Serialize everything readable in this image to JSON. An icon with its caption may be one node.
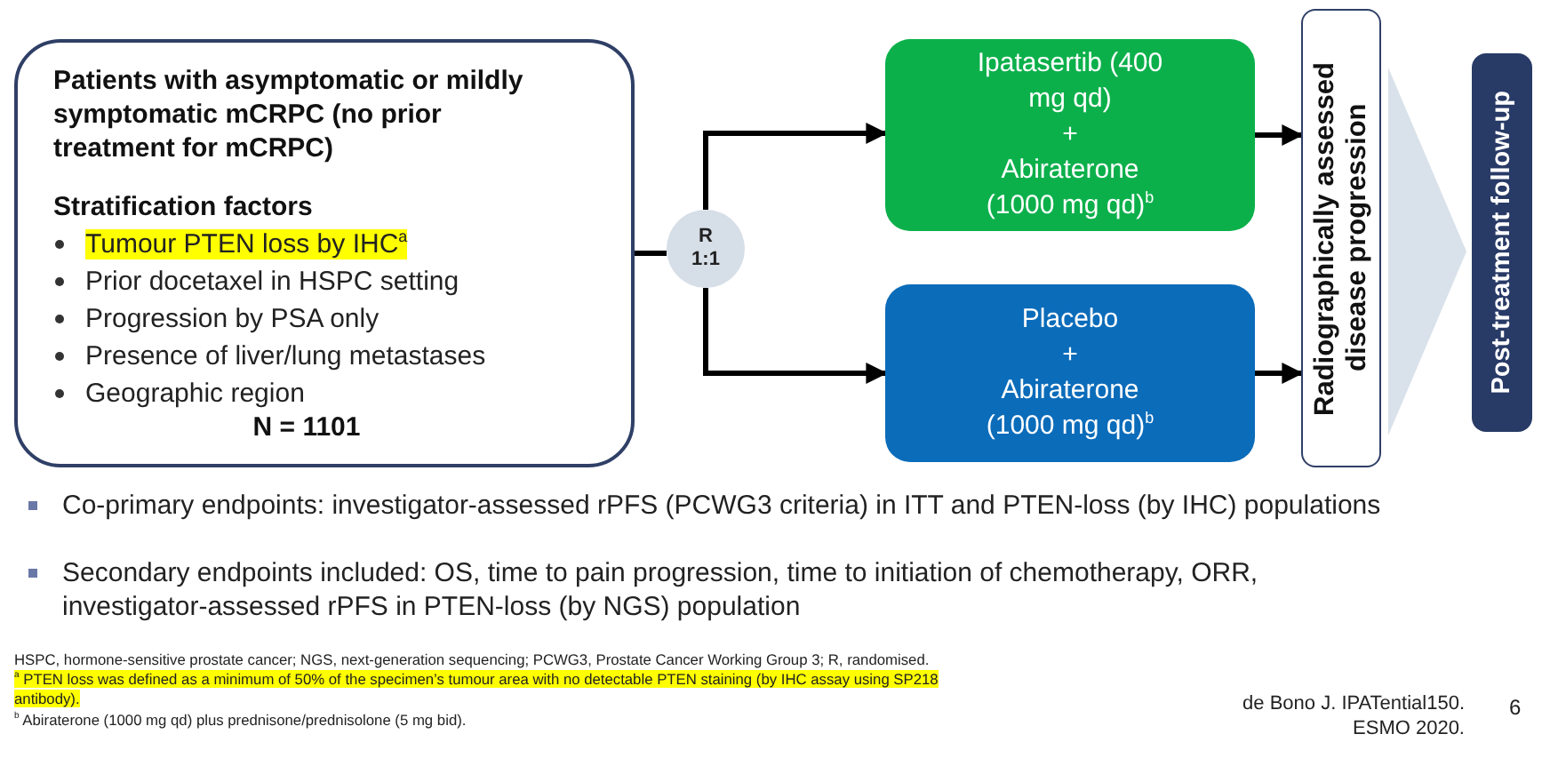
{
  "diagram": {
    "nodes": [
      {
        "text": [
          "Patients with asymptomatic or mildly symptomatic mCRPC (no prior treatment for mCRPC)",
          "Stratification factors",
          "Tumour PTEN loss by IHC$^{a}$",
          "Prior docetaxel in HSPC setting",
          "Progression by PSA only",
          "Presence of liver/lung metastases",
          "Geographic region",
          "N = 1101"
        ]
      },
      {
        "text": [
          "R 1:1"
        ]
      },
      {
        "text": [
          "Ipatasertib (400 mg qd)",
          "+",
          "Abiraterone (1000 mg qd)$^{b}$"
        ]
      },
      {
        "text": [
          "Placebo",
          "+",
          "Abiraterone (1000 mg qd)$^{b}$"
        ]
      },
      {
        "text": [
          "Radiographically assessed disease progression"
        ]
      },
      {
        "text": [
          "Post-treatment follow-up"
        ]
      }
    ],
    "edges": [
      {
        "from": 0,
        "to": 1,
        "arrow": "none"
      },
      {
        "from": 1,
        "to": 2,
        "arrow": "to"
      },
      {
        "from": 1,
        "to": 3,
        "arrow": "to"
      },
      {
        "from": 2,
        "to": 4,
        "arrow": "to"
      },
      {
        "from": 3,
        "to": 4,
        "arrow": "to"
      },
      {
        "from": 4,
        "to": 5,
        "arrow": "to",
        "style": "thick",
        "color": "#d9e1ea"
      }
    ],
    "labels": [
      "Co-primary endpoints: investigator-assessed rPFS (PCWG3 criteria) in ITT and PTEN-loss (by IHC) populations",
      "Secondary endpoints included: OS, time to pain progression, time to initiation of chemotherapy, ORR, investigator-assessed rPFS in PTEN-loss (by NGS) population",
      "HSPC, hormone-sensitive prostate cancer; NGS, next-generation sequencing; PCWG3, Prostate Cancer Working Group 3; R, randomised.",
      "$^{a}$ PTEN loss was defined as a minimum of 50% of the specimen’s tumour area with no detectable PTEN staining (by IHC assay using SP218 antibody).",
      "$^{b}$ Abiraterone (1000 mg qd) plus prednisone/prednisolone (5 mg bid).",
      "de Bono J. IPATential150. ESMO 2020.",
      "6"
    ]
  }
}
